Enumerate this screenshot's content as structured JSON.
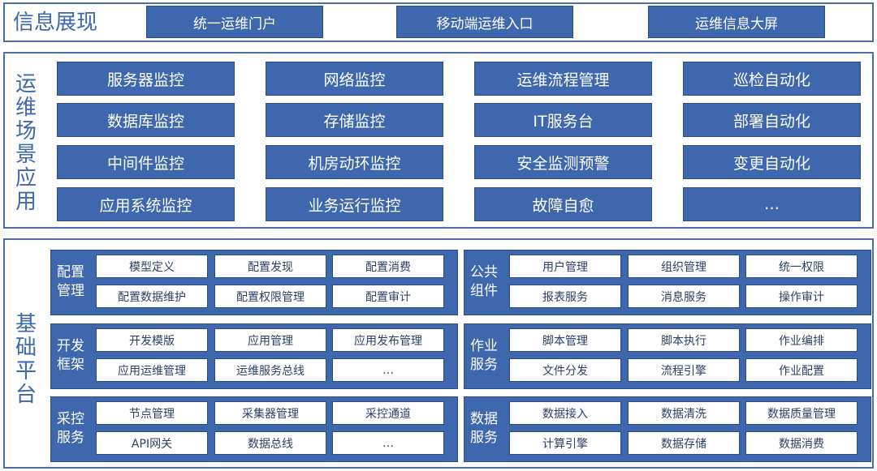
{
  "info": {
    "title": "信息展现",
    "items": [
      "统一运维门户",
      "移动端运维入口",
      "运维信息大屏"
    ]
  },
  "scene": {
    "title": "运维场景应用",
    "rows": [
      [
        "服务器监控",
        "网络监控",
        "运维流程管理",
        "巡检自动化"
      ],
      [
        "数据库监控",
        "存储监控",
        "IT服务台",
        "部署自动化"
      ],
      [
        "中间件监控",
        "机房动环监控",
        "安全监测预警",
        "变更自动化"
      ],
      [
        "应用系统监控",
        "业务运行监控",
        "故障自愈",
        "…"
      ]
    ]
  },
  "base": {
    "title": "基础平台",
    "groups": [
      {
        "label": "配置\n管理",
        "items": [
          "模型定义",
          "配置发现",
          "配置消费",
          "配置数据维护",
          "配置权限管理",
          "配置审计"
        ]
      },
      {
        "label": "开发\n框架",
        "items": [
          "开发模版",
          "应用管理",
          "应用发布管理",
          "应用运维管理",
          "运维服务总线",
          "…"
        ]
      },
      {
        "label": "采控\n服务",
        "items": [
          "节点管理",
          "采集器管理",
          "采控通道",
          "API网关",
          "数据总线",
          "…"
        ]
      },
      {
        "label": "公共\n组件",
        "items": [
          "用户管理",
          "组织管理",
          "统一权限",
          "报表服务",
          "消息服务",
          "操作审计"
        ]
      },
      {
        "label": "作业\n服务",
        "items": [
          "脚本管理",
          "脚本执行",
          "作业编排",
          "文件分发",
          "流程引擎",
          "作业配置"
        ]
      },
      {
        "label": "数据\n服务",
        "items": [
          "数据接入",
          "数据清洗",
          "数据质量管理",
          "计算引擎",
          "数据存储",
          "数据消费"
        ]
      }
    ]
  }
}
